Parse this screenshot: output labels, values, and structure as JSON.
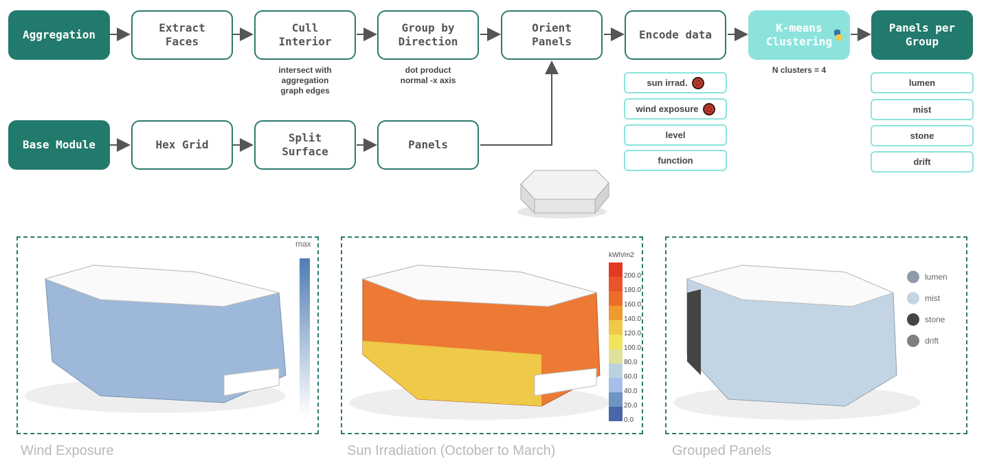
{
  "pipeline": {
    "top_row": [
      {
        "id": "aggregation",
        "label": "Aggregation",
        "style": "dark"
      },
      {
        "id": "extract-faces",
        "label": "Extract\nFaces",
        "style": "outline"
      },
      {
        "id": "cull-interior",
        "label": "Cull\nInterior",
        "style": "outline",
        "note": "intersect with\naggregation\ngraph edges"
      },
      {
        "id": "group-by-direction",
        "label": "Group by\nDirection",
        "style": "outline",
        "note": "dot product\nnormal -x axis"
      },
      {
        "id": "orient-panels",
        "label": "Orient\nPanels",
        "style": "outline"
      },
      {
        "id": "encode-data",
        "label": "Encode data",
        "style": "outline"
      },
      {
        "id": "kmeans",
        "label": "K-means\nClustering",
        "style": "light",
        "note": "N clusters = 4",
        "icon": "python-icon"
      },
      {
        "id": "panels-per-group",
        "label": "Panels per\nGroup",
        "style": "dark"
      }
    ],
    "bottom_row": [
      {
        "id": "base-module",
        "label": "Base Module",
        "style": "dark"
      },
      {
        "id": "hex-grid",
        "label": "Hex Grid",
        "style": "outline"
      },
      {
        "id": "split-surface",
        "label": "Split\nSurface",
        "style": "outline"
      },
      {
        "id": "panels",
        "label": "Panels",
        "style": "outline"
      }
    ],
    "encode_inputs": [
      {
        "label": "sun irrad.",
        "icon": "ladybug-icon"
      },
      {
        "label": "wind exposure",
        "icon": "ladybug-icon"
      },
      {
        "label": "level"
      },
      {
        "label": "function"
      }
    ],
    "groups": [
      "lumen",
      "mist",
      "stone",
      "drift"
    ]
  },
  "panels": {
    "wind": {
      "caption": "Wind Exposure",
      "legend_max": "max"
    },
    "sun": {
      "caption": "Sun Irradiation (October to March)",
      "unit": "kWh/m2",
      "ticks": [
        "200.0",
        "180.0",
        "160.0",
        "140.0",
        "120.0",
        "100.0",
        "80.0",
        "60.0",
        "40.0",
        "20.0",
        "0.0"
      ],
      "colors": [
        "#e23b24",
        "#e8552a",
        "#ec6d2a",
        "#ef9a2c",
        "#f2c84a",
        "#f1e45c",
        "#dfe39a",
        "#bcd1e0",
        "#a7bfe8",
        "#6f93c2",
        "#4866a8"
      ]
    },
    "grouped": {
      "caption": "Grouped Panels",
      "legend": [
        {
          "label": "lumen",
          "color": "#8e9ba6"
        },
        {
          "label": "mist",
          "color": "#c3d5e4"
        },
        {
          "label": "stone",
          "color": "#444444"
        },
        {
          "label": "drift",
          "color": "#7f7f7f"
        }
      ]
    }
  }
}
